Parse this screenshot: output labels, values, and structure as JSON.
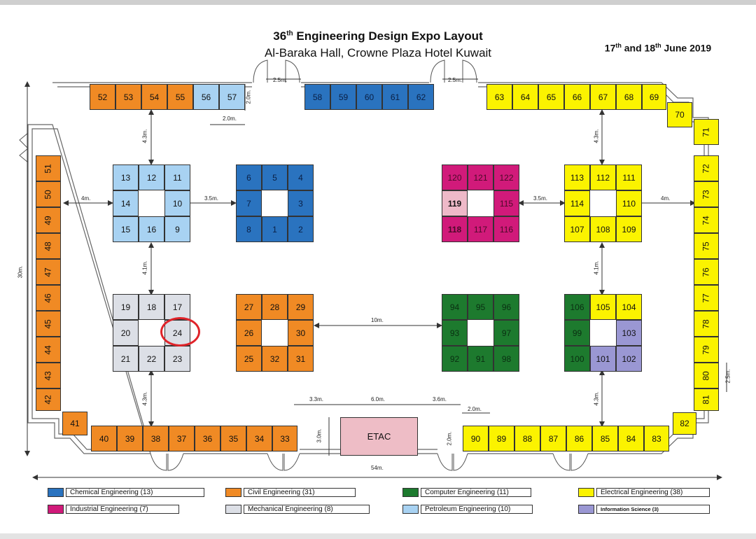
{
  "header": {
    "title_num": "36",
    "title_sup": "th",
    "title_rest": " Engineering Design Expo Layout",
    "subtitle": "Al-Baraka Hall, Crowne Plaza Hotel Kuwait",
    "date_a": "17",
    "date_sup1": "th",
    "date_mid": " and 18",
    "date_sup2": "th",
    "date_rest": " June 2019"
  },
  "colors": {
    "chemical": "#2a73bf",
    "civil": "#f08a24",
    "computer": "#1d7a2e",
    "electrical": "#fbf300",
    "industrial": "#d11a7a",
    "mechanical": "#dcdfe6",
    "petroleum": "#a8d2f2",
    "information": "#9a97d3",
    "highlight": "#e0242a"
  },
  "booths": {
    "b52": "52",
    "b53": "53",
    "b54": "54",
    "b55": "55",
    "b56": "56",
    "b57": "57",
    "b58": "58",
    "b59": "59",
    "b60": "60",
    "b61": "61",
    "b62": "62",
    "b63": "63",
    "b64": "64",
    "b65": "65",
    "b66": "66",
    "b67": "67",
    "b68": "68",
    "b69": "69",
    "b70": "70",
    "b71": "71",
    "b72": "72",
    "b73": "73",
    "b74": "74",
    "b75": "75",
    "b76": "76",
    "b77": "77",
    "b78": "78",
    "b79": "79",
    "b80": "80",
    "b81": "81",
    "b82": "82",
    "b83": "83",
    "b84": "84",
    "b85": "85",
    "b86": "86",
    "b87": "87",
    "b88": "88",
    "b89": "89",
    "b90": "90",
    "b33": "33",
    "b34": "34",
    "b35": "35",
    "b36": "36",
    "b37": "37",
    "b38": "38",
    "b39": "39",
    "b40": "40",
    "b41": "41",
    "b42": "42",
    "b43": "43",
    "b44": "44",
    "b45": "45",
    "b46": "46",
    "b47": "47",
    "b48": "48",
    "b49": "49",
    "b50": "50",
    "b51": "51",
    "b13": "13",
    "b12": "12",
    "b11": "11",
    "b14": "14",
    "b10": "10",
    "b15": "15",
    "b16": "16",
    "b9": "9",
    "b6": "6",
    "b5": "5",
    "b4": "4",
    "b7": "7",
    "b3": "3",
    "b8": "8",
    "b1": "1",
    "b2": "2",
    "b120": "120",
    "b121": "121",
    "b122": "122",
    "b119": "119",
    "b115": "115",
    "b118": "118",
    "b117": "117",
    "b116": "116",
    "b113": "113",
    "b112": "112",
    "b111": "111",
    "b114": "114",
    "b110": "110",
    "b107": "107",
    "b108": "108",
    "b109": "109",
    "b19": "19",
    "b18": "18",
    "b17": "17",
    "b20": "20",
    "b24": "24",
    "b21": "21",
    "b22": "22",
    "b23": "23",
    "b27": "27",
    "b28": "28",
    "b29": "29",
    "b26": "26",
    "b30": "30",
    "b25": "25",
    "b32": "32",
    "b31": "31",
    "b94": "94",
    "b95": "95",
    "b96": "96",
    "b93": "93",
    "b97": "97",
    "b92": "92",
    "b91": "91",
    "b98": "98",
    "b106": "106",
    "b105": "105",
    "b104": "104",
    "b99": "99",
    "b103": "103",
    "b100": "100",
    "b101": "101",
    "b102": "102"
  },
  "etac": "ETAC",
  "measurements": {
    "m25a": "2.5m.",
    "m25b": "2.5m.",
    "m20a": "2.0m.",
    "m20b": "2.0m.",
    "m43a": "4.3m.",
    "m43b": "4.3m.",
    "m43c": "4.3m.",
    "m43d": "4.3m.",
    "m4a": "4m.",
    "m4b": "4m.",
    "m35a": "3.5m.",
    "m35b": "3.5m.",
    "m41a": "4.1m.",
    "m41b": "4.1m.",
    "m10": "10m.",
    "m33": "3.3m.",
    "m60": "6.0m.",
    "m36": "3.6m.",
    "m20c": "2.0m.",
    "m30": "3.0m.",
    "m20d": "2.0m.",
    "m25c": "2.5m.",
    "m30m": "30m.",
    "m54": "54m."
  },
  "legend": [
    {
      "label": "Chemical Engineering (13)"
    },
    {
      "label": "Civil Engineering (31)"
    },
    {
      "label": "Computer Engineering (11)"
    },
    {
      "label": "Electrical Engineering (38)"
    },
    {
      "label": "Industrial Engineering (7)"
    },
    {
      "label": "Mechanical Engineering (8)"
    },
    {
      "label": "Petroleum Engineering (10)"
    },
    {
      "label": "Information Science (3)"
    }
  ]
}
